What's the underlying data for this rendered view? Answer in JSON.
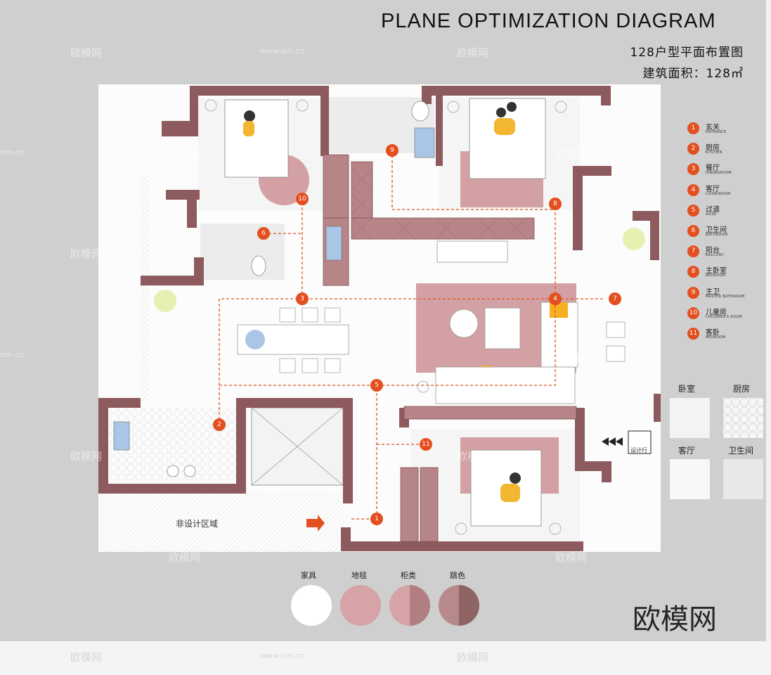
{
  "header": {
    "title": "PLANE OPTIMIZATION DIAGRAM",
    "subtitle_1": "128户型平面布置图",
    "subtitle_2": "建筑面积：128㎡"
  },
  "legend": [
    {
      "num": "1",
      "cn": "玄关",
      "en": "ENTRANCE"
    },
    {
      "num": "2",
      "cn": "厨房",
      "en": "KITCHEN"
    },
    {
      "num": "3",
      "cn": "餐厅",
      "en": "DININGROOM"
    },
    {
      "num": "4",
      "cn": "客厅",
      "en": "LIVINGROOM"
    },
    {
      "num": "5",
      "cn": "过道",
      "en": "AILSE"
    },
    {
      "num": "6",
      "cn": "卫生间",
      "en": "BATHROOM"
    },
    {
      "num": "7",
      "cn": "阳台",
      "en": "BALCONY"
    },
    {
      "num": "8",
      "cn": "主卧室",
      "en": "BEDROOM"
    },
    {
      "num": "9",
      "cn": "主卫",
      "en": "MASTER BATHROOM"
    },
    {
      "num": "10",
      "cn": "儿童房",
      "en": "CHILDREN'S ROOM"
    },
    {
      "num": "11",
      "cn": "客卧",
      "en": "BEDROOM"
    }
  ],
  "floor_swatches": [
    {
      "label": "卧室",
      "color": "#f3f3f3"
    },
    {
      "label": "厨房",
      "color": "#f6f6f6"
    },
    {
      "label": "客厅",
      "color": "#f8f8f8"
    },
    {
      "label": "卫生间",
      "color": "#e8e8e8"
    }
  ],
  "materials": [
    {
      "label": "家具",
      "left": "#ffffff",
      "right": "#ffffff"
    },
    {
      "label": "地毯",
      "left": "#d6a3a6",
      "right": "#d6a3a6"
    },
    {
      "label": "柜类",
      "left": "#d6a3a6",
      "right": "#b17f82"
    },
    {
      "label": "跳色",
      "left": "#b7898a",
      "right": "#8f6465"
    }
  ],
  "plan": {
    "markers": [
      {
        "num": "1"
      },
      {
        "num": "2"
      },
      {
        "num": "3"
      },
      {
        "num": "4"
      },
      {
        "num": "5"
      },
      {
        "num": "6"
      },
      {
        "num": "7"
      },
      {
        "num": "8"
      },
      {
        "num": "9"
      },
      {
        "num": "10"
      },
      {
        "num": "11"
      }
    ],
    "non_design_label": "非设计区域",
    "design_line_label": "设计行"
  },
  "watermarks": {
    "brand": "欧模网",
    "url": "www.om.cn",
    "url_fragment": "om.cn"
  },
  "colors": {
    "wall": "#8d5a5d",
    "carpet": "#d3a0a3",
    "cabinet": "#b78487",
    "accent": "#e34f1f"
  }
}
